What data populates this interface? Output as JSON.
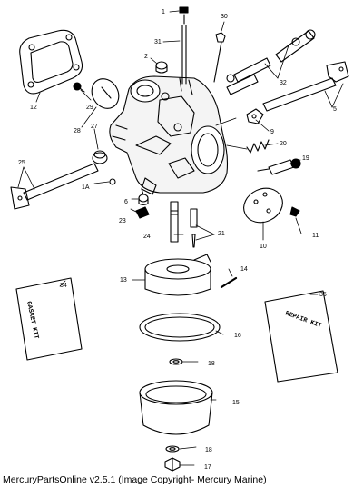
{
  "parts": {
    "p1": "1",
    "p1a": "1A",
    "p2": "2",
    "p5": "5",
    "p6": "6",
    "p9": "9",
    "p10": "10",
    "p11": "11",
    "p12": "12",
    "p13": "13",
    "p14": "14",
    "p15": "15",
    "p16": "16",
    "p17": "17",
    "p18a": "18",
    "p18b": "18",
    "p19": "19",
    "p20": "20",
    "p21": "21",
    "p23": "23",
    "p24": "24",
    "p25": "25",
    "p27": "27",
    "p28": "28",
    "p29": "29",
    "p30": "30",
    "p31": "31",
    "p32": "32",
    "p34": "34",
    "p35": "35"
  },
  "cards": {
    "gasket_kit": "GASKET KIT",
    "repair_kit": "REPAIR KIT"
  },
  "footer": "MercuryPartsOnline v2.5.1 (Image Copyright- Mercury Marine)"
}
